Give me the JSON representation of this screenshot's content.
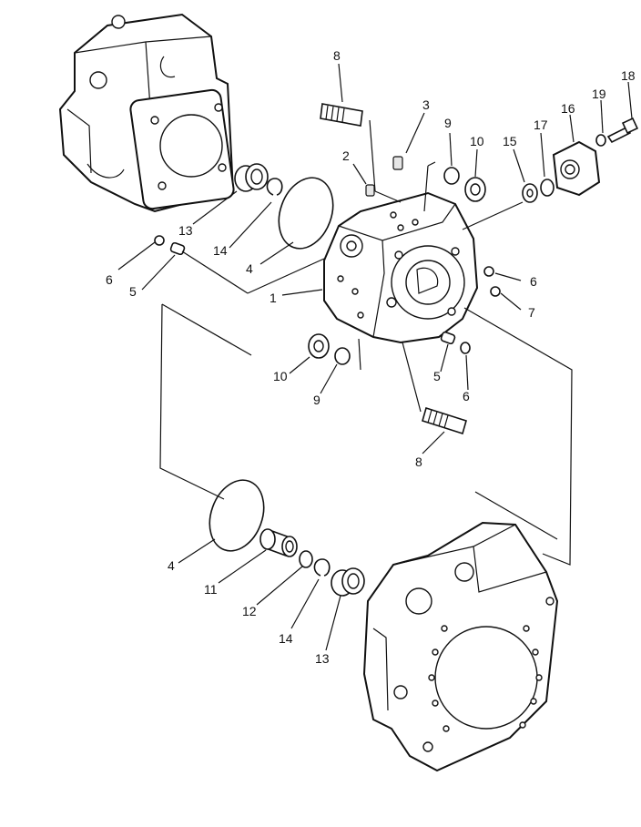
{
  "diagram": {
    "callouts": [
      {
        "id": "c8a",
        "text": "8"
      },
      {
        "id": "c3",
        "text": "3"
      },
      {
        "id": "c2",
        "text": "2"
      },
      {
        "id": "c9a",
        "text": "9"
      },
      {
        "id": "c10a",
        "text": "10"
      },
      {
        "id": "c15",
        "text": "15"
      },
      {
        "id": "c17",
        "text": "17"
      },
      {
        "id": "c16",
        "text": "16"
      },
      {
        "id": "c19",
        "text": "19"
      },
      {
        "id": "c18",
        "text": "18"
      },
      {
        "id": "c13a",
        "text": "13"
      },
      {
        "id": "c14a",
        "text": "14"
      },
      {
        "id": "c4a",
        "text": "4"
      },
      {
        "id": "c6a",
        "text": "6"
      },
      {
        "id": "c5a",
        "text": "5"
      },
      {
        "id": "c1",
        "text": "1"
      },
      {
        "id": "c6b",
        "text": "6"
      },
      {
        "id": "c7",
        "text": "7"
      },
      {
        "id": "c10b",
        "text": "10"
      },
      {
        "id": "c9b",
        "text": "9"
      },
      {
        "id": "c5b",
        "text": "5"
      },
      {
        "id": "c6c",
        "text": "6"
      },
      {
        "id": "c8b",
        "text": "8"
      },
      {
        "id": "c4b",
        "text": "4"
      },
      {
        "id": "c11",
        "text": "11"
      },
      {
        "id": "c12",
        "text": "12"
      },
      {
        "id": "c14b",
        "text": "14"
      },
      {
        "id": "c13b",
        "text": "13"
      }
    ]
  }
}
